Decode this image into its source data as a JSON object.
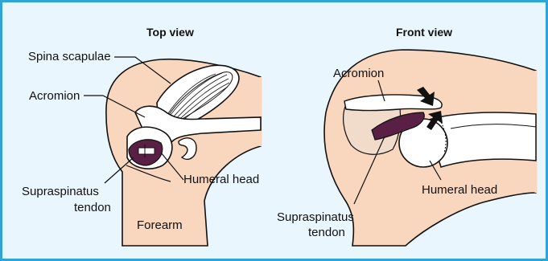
{
  "colors": {
    "frame_border": "#2fa4d9",
    "frame_background": "#eaf6fd",
    "skin": "#f9d6be",
    "tendon": "#5a1f44",
    "bone": "#ffffff",
    "outline": "#111111"
  },
  "panels": {
    "top_view": {
      "title": "Top view",
      "labels": {
        "spina_scapulae": "Spina scapulae",
        "acromion": "Acromion",
        "humeral_head": "Humeral head",
        "supraspinatus_line1": "Supraspinatus",
        "supraspinatus_line2": "tendon",
        "forearm": "Forearm"
      }
    },
    "front_view": {
      "title": "Front view",
      "labels": {
        "acromion": "Acromion",
        "humeral_head": "Humeral head",
        "supraspinatus_line1": "Supraspinatus",
        "supraspinatus_line2": "tendon"
      }
    }
  }
}
